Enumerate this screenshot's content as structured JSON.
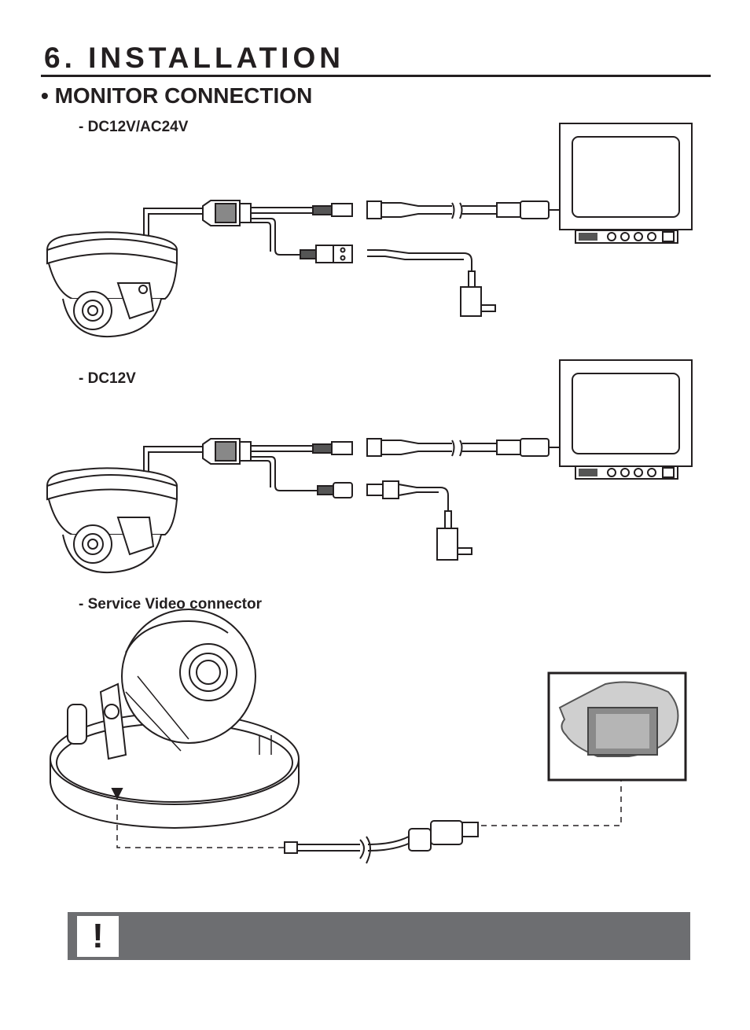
{
  "page": {
    "title": "6. INSTALLATION",
    "section": "• MONITOR CONNECTION"
  },
  "diagrams": [
    {
      "label": "- DC12V/AC24V"
    },
    {
      "label": "- DC12V"
    },
    {
      "label": "- Service Video connector"
    }
  ],
  "note": {
    "icon": "exclamation-icon",
    "icon_glyph": "!"
  },
  "colors": {
    "ink": "#231f20",
    "note_bar": "#6d6e71"
  }
}
